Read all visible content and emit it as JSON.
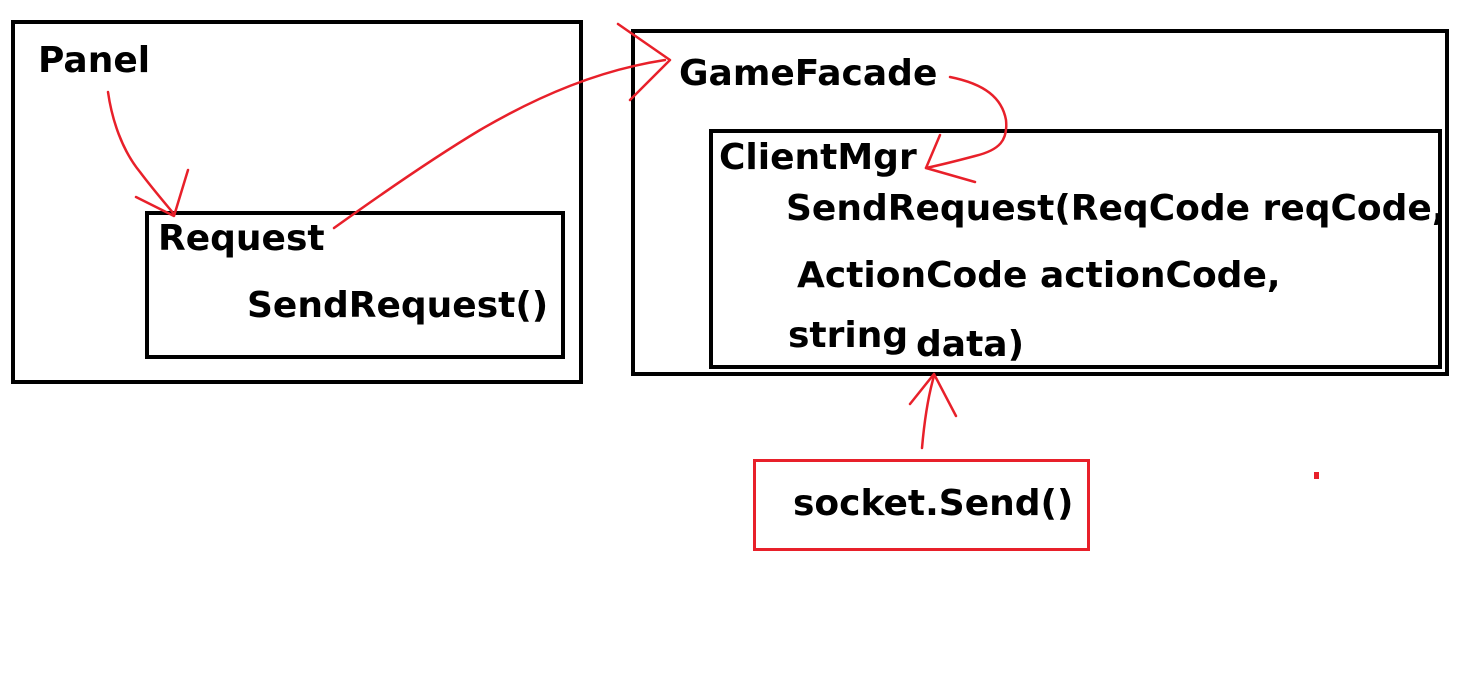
{
  "diagram": {
    "panel": {
      "label": "Panel"
    },
    "request": {
      "label": "Request",
      "method": "SendRequest()"
    },
    "game_facade": {
      "label": "GameFacade"
    },
    "client_mgr": {
      "label": "ClientMgr",
      "signature_line1": "SendRequest(ReqCode reqCode,",
      "signature_line2": "ActionCode actionCode,",
      "signature_line3a": "string",
      "signature_line3b": "data)"
    },
    "socket": {
      "label": "socket.Send()"
    }
  },
  "colors": {
    "box_border": "#000000",
    "arrow": "#e8202a",
    "socket_border": "#e8202a"
  }
}
